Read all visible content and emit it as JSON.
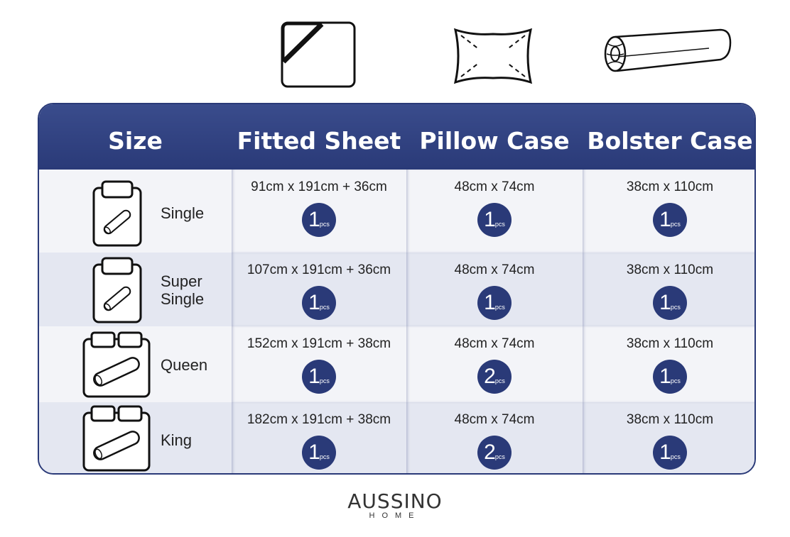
{
  "header": {
    "size": "Size",
    "fitted_sheet": "Fitted Sheet",
    "pillow_case": "Pillow Case",
    "bolster_case": "Bolster Case"
  },
  "unit_label": "pcs",
  "rows": [
    {
      "size_lines": [
        "Single"
      ],
      "bed_icon": "single-bed-icon",
      "fitted_sheet": {
        "dim": "91cm x 191cm + 36cm",
        "qty": "1"
      },
      "pillow_case": {
        "dim": "48cm x 74cm",
        "qty": "1"
      },
      "bolster_case": {
        "dim": "38cm x 110cm",
        "qty": "1"
      }
    },
    {
      "size_lines": [
        "Super",
        "Single"
      ],
      "bed_icon": "super-single-bed-icon",
      "fitted_sheet": {
        "dim": "107cm x 191cm + 36cm",
        "qty": "1"
      },
      "pillow_case": {
        "dim": "48cm x 74cm",
        "qty": "1"
      },
      "bolster_case": {
        "dim": "38cm x 110cm",
        "qty": "1"
      }
    },
    {
      "size_lines": [
        "Queen"
      ],
      "bed_icon": "queen-bed-icon",
      "fitted_sheet": {
        "dim": "152cm x 191cm + 38cm",
        "qty": "1"
      },
      "pillow_case": {
        "dim": "48cm x 74cm",
        "qty": "2"
      },
      "bolster_case": {
        "dim": "38cm x 110cm",
        "qty": "1"
      }
    },
    {
      "size_lines": [
        "King"
      ],
      "bed_icon": "king-bed-icon",
      "fitted_sheet": {
        "dim": "182cm x 191cm + 38cm",
        "qty": "1"
      },
      "pillow_case": {
        "dim": "48cm x 74cm",
        "qty": "2"
      },
      "bolster_case": {
        "dim": "38cm x 110cm",
        "qty": "1"
      }
    }
  ],
  "logo": {
    "main": "AUSSINO",
    "sub": "HOME"
  },
  "colors": {
    "header_navy": "#2a3a78",
    "badge_navy": "#2a3a78",
    "row_light": "#f3f4f8",
    "row_alt": "#e4e7f1"
  }
}
